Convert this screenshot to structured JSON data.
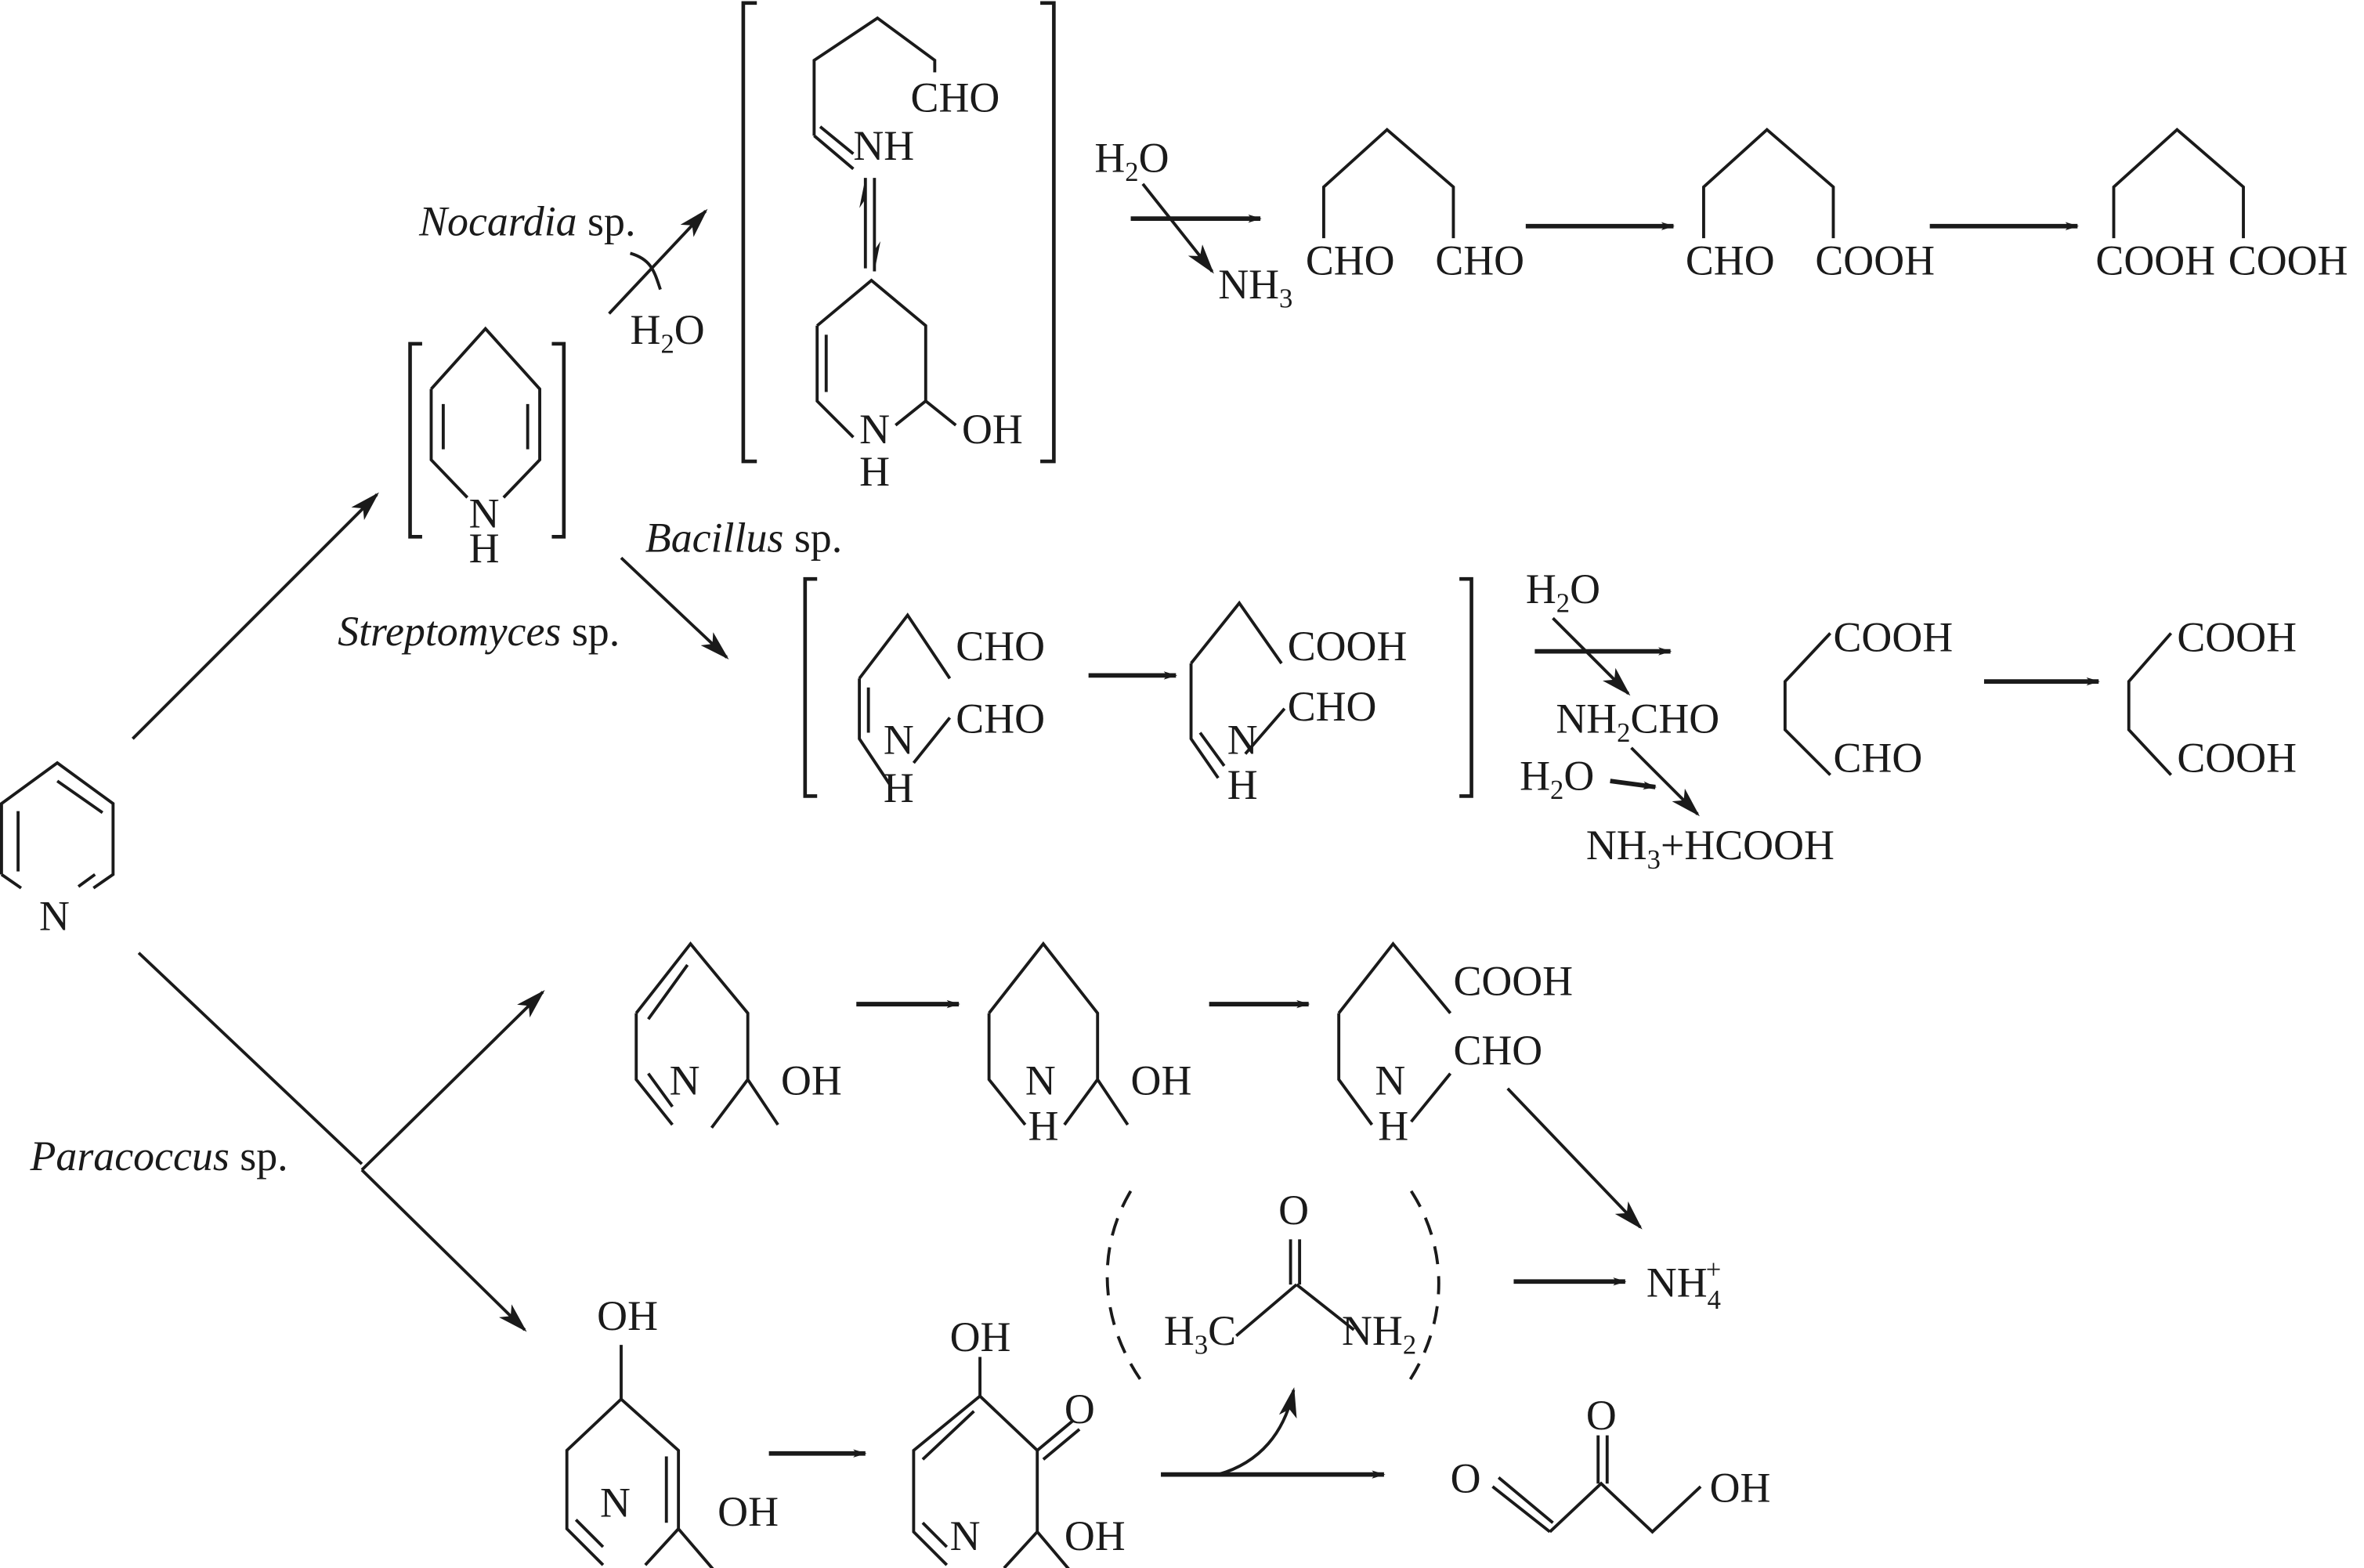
{
  "title": "Microbial degradation pathways of pyridine",
  "colors": {
    "ink": "#1a1a1a",
    "background": "#ffffff"
  },
  "organisms": {
    "nocardia": {
      "genus": "Nocardia",
      "suffix": " sp."
    },
    "bacillus": {
      "genus": "Bacillus",
      "suffix": " sp."
    },
    "streptomyces": {
      "genus": "Streptomyces",
      "suffix": " sp."
    },
    "paracoccus": {
      "genus": "Paracoccus",
      "suffix": " sp."
    }
  },
  "start": {
    "name": "pyridine",
    "atom": "N"
  },
  "intermediate_dihydropyridine": {
    "atom": "N",
    "h": "H"
  },
  "nocardia_path": {
    "reagent": {
      "main": "H",
      "sub": "2",
      "tail": "O"
    },
    "open_form": {
      "aldehyde": "CHO",
      "imine": "NH"
    },
    "ring_form": {
      "atom": "N",
      "h": "H",
      "oh": "OH"
    },
    "hydrolysis_in": {
      "main": "H",
      "sub": "2",
      "tail": "O"
    },
    "hydrolysis_out": {
      "main": "NH",
      "sub": "3"
    },
    "glutaraldehyde": {
      "left": "CHO",
      "right": "CHO"
    },
    "semialdehyde": {
      "left": "CHO",
      "right": "COOH"
    },
    "glutaric_acid": {
      "left": "COOH",
      "right": "COOH"
    }
  },
  "bacillus_path": {
    "intermediate_a": {
      "top": "CHO",
      "side": "CHO",
      "n": "N",
      "h": "H"
    },
    "intermediate_b": {
      "top": "COOH",
      "side": "CHO",
      "n": "N",
      "h": "H"
    },
    "hydrolysis_in": {
      "main": "H",
      "sub": "2",
      "tail": "O"
    },
    "formamide": {
      "main": "NH",
      "sub": "2",
      "tail": "CHO"
    },
    "hydrolysis2_in": {
      "main": "H",
      "sub": "2",
      "tail": "O"
    },
    "products": {
      "main": "NH",
      "sub": "3",
      "tail": "+HCOOH"
    },
    "succinic_semialdehyde": {
      "top": "COOH",
      "bottom": "CHO"
    },
    "succinic_acid": {
      "top": "COOH",
      "bottom": "COOH"
    }
  },
  "paracoccus_path_a": {
    "step1": {
      "n": "N",
      "oh": "OH"
    },
    "step2": {
      "n": "N",
      "h": "H",
      "oh": "OH"
    },
    "step3": {
      "top": "COOH",
      "side": "CHO",
      "n": "N",
      "h": "H"
    }
  },
  "paracoccus_path_b": {
    "step1": {
      "top": "OH",
      "n": "N",
      "oh": "OH"
    },
    "step2": {
      "top": "OH",
      "keto": "O",
      "n": "N",
      "oh": "OH"
    },
    "acetamide": {
      "o": "O",
      "left_main": "H",
      "left_sub": "3",
      "left_tail": "C",
      "right_main": "NH",
      "right_sub": "2"
    },
    "final": {
      "o1": "O",
      "o2": "O",
      "oh": "OH"
    }
  },
  "ammonium": {
    "main": "NH",
    "sub": "4",
    "sup": "+"
  }
}
